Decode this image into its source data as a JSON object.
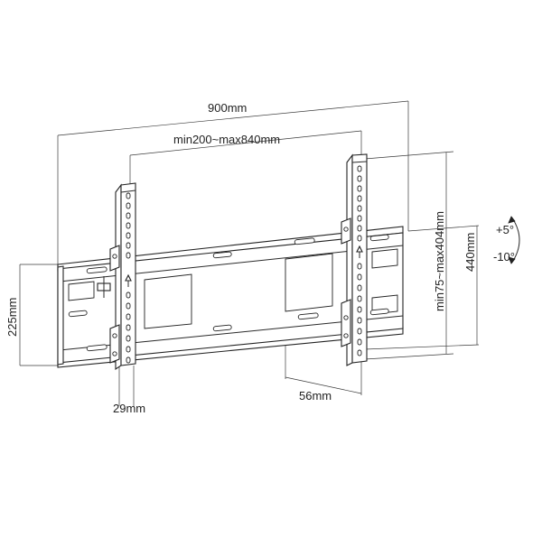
{
  "dimensions": {
    "overall_width": "900mm",
    "vesa_horizontal": "min200~max840mm",
    "vesa_vertical": "min75~max404mm",
    "overall_height": "440mm",
    "wall_plate_height": "225mm",
    "arm_width": "29mm",
    "wall_depth": "56mm"
  },
  "tilt": {
    "up": "+5°",
    "down": "-10°"
  }
}
